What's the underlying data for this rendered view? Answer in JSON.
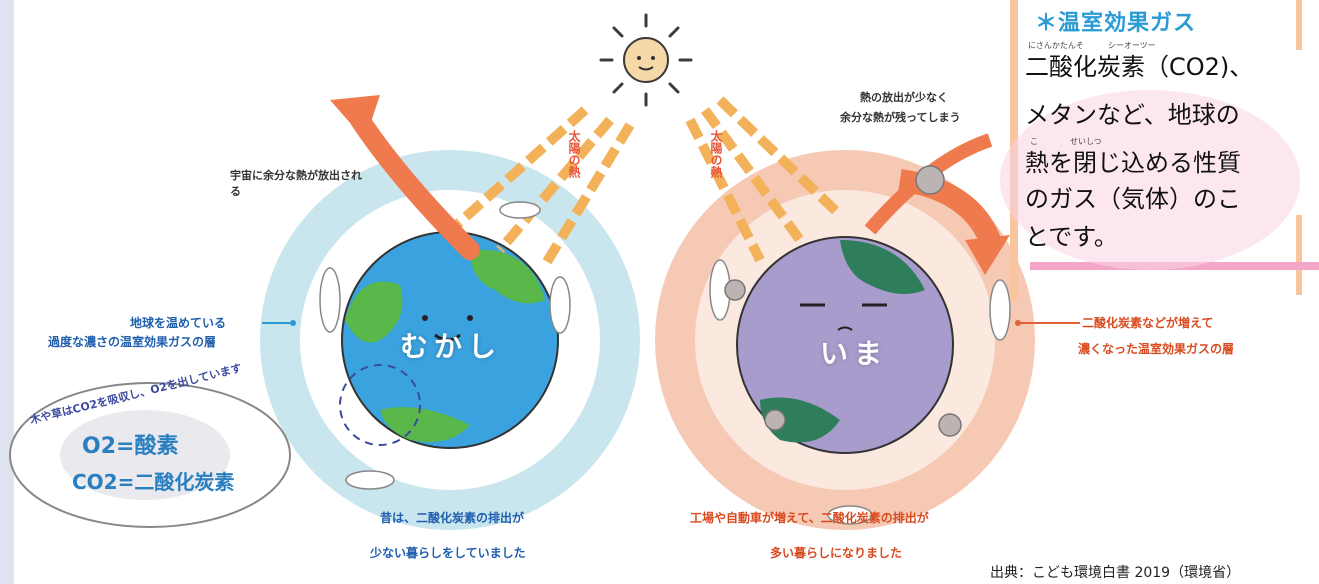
{
  "diagram": {
    "sun_heat_label": "太陽の熱",
    "past": {
      "planet_label": "むかし",
      "release_note": "宇宙に余分な熱が放出される",
      "layer_note_line1": "地球を温めている",
      "layer_note_line2": "過度な濃さの温室効果ガスの層",
      "caption_line1": "昔は、二酸化炭素の排出が",
      "caption_line2": "少ない暮らしをしていました"
    },
    "present": {
      "planet_label": "いま",
      "trapped_note_line1": "熱の放出が少なく",
      "trapped_note_line2": "余分な熱が残ってしまう",
      "layer_note_line1": "二酸化炭素などが増えて",
      "layer_note_line2": "濃くなった温室効果ガスの層",
      "caption_line1": "工場や自動車が増えて、二酸化炭素の排出が",
      "caption_line2": "多い暮らしになりました"
    },
    "bubble": {
      "line1": "木や草はCO2を吸収し、O2を出しています",
      "o2": "O2=酸素",
      "co2": "CO2=二酸化炭素"
    }
  },
  "note": {
    "title": "＊温室効果ガス",
    "ruby1": "にさんかたんそ　　　シーオーツー",
    "line1": "二酸化炭素（CO2)、",
    "line2": "メタンなど、地球の",
    "ruby2": "こ　　　　せいしつ",
    "line3": "熱を閉じ込める性質",
    "line4": "のガス（気体）のこ",
    "line5": "とです。"
  },
  "source": "出典：こども環境白書 2019（環境省）",
  "colors": {
    "past_ring": "#c9e6ef",
    "present_ring": "#f6c9b4",
    "earth_blue": "#3aa2de",
    "earth_purple": "#a89ccc",
    "land_green": "#5ab84a",
    "arrow_orange": "#ef7a4e",
    "heat_dash": "#f3b25a",
    "note_pink": "#f4a6c8"
  }
}
